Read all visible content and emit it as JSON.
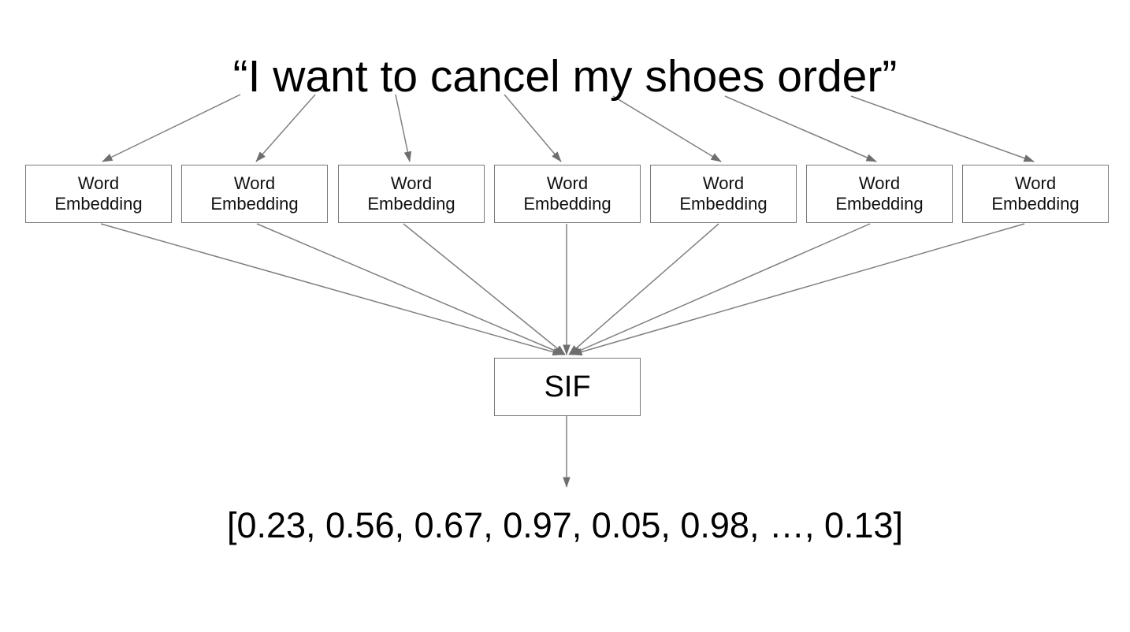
{
  "diagram": {
    "title": "“I want to cancel my shoes order”",
    "output_vector": "[0.23, 0.56, 0.67, 0.97, 0.05, 0.98, …, 0.13]",
    "aggregator": {
      "label": "SIF"
    },
    "tokens": [
      {
        "label": "Word\nEmbedding",
        "word": "I"
      },
      {
        "label": "Word\nEmbedding",
        "word": "want"
      },
      {
        "label": "Word\nEmbedding",
        "word": "to"
      },
      {
        "label": "Word\nEmbedding",
        "word": "cancel"
      },
      {
        "label": "Word\nEmbedding",
        "word": "my"
      },
      {
        "label": "Word\nEmbedding",
        "word": "shoes"
      },
      {
        "label": "Word\nEmbedding",
        "word": "order"
      }
    ],
    "colors": {
      "background": "#ffffff",
      "box_border": "#7a7a7a",
      "arrow": "#808080",
      "text": "#000000"
    }
  }
}
